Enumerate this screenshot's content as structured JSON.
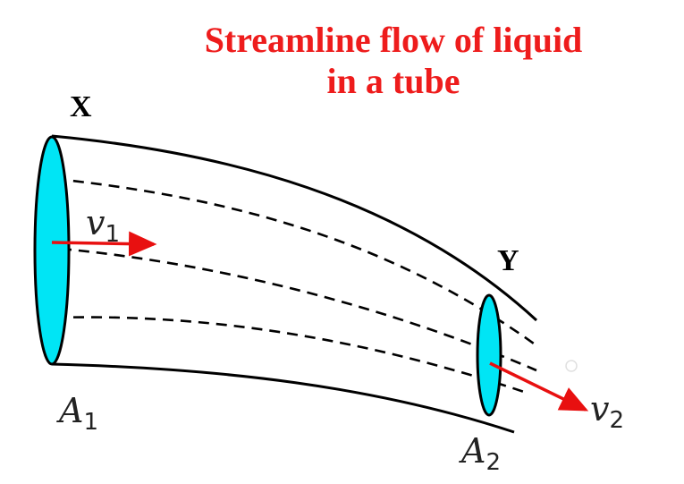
{
  "title_line1": "Streamline flow of liquid",
  "title_line2": "in a tube",
  "end_labels": {
    "left": "X",
    "right": "Y"
  },
  "area_labels": {
    "left": {
      "symbol": "A",
      "subscript": "1"
    },
    "right": {
      "symbol": "A",
      "subscript": "2"
    }
  },
  "velocity_labels": {
    "left": {
      "symbol": "v",
      "subscript": "1"
    },
    "right": {
      "symbol": "v",
      "subscript": "2"
    }
  },
  "colors": {
    "title": "#ee1c1c",
    "cross_section_fill": "#00e5f5",
    "velocity_arrow": "#e81010",
    "outline": "#000000"
  }
}
